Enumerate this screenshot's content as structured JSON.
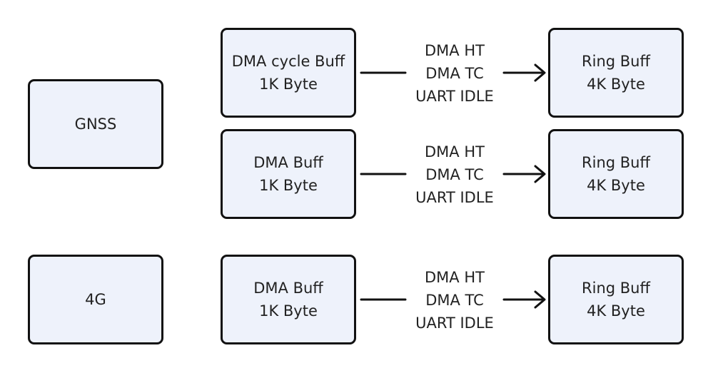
{
  "sources": {
    "gnss": "GNSS",
    "lte": "4G"
  },
  "rows": [
    {
      "dma": {
        "line1": "DMA cycle Buff",
        "line2": "1K Byte"
      },
      "events": [
        "DMA HT",
        "DMA TC",
        "UART IDLE"
      ],
      "ring": {
        "line1": "Ring Buff",
        "line2": "4K Byte"
      }
    },
    {
      "dma": {
        "line1": "DMA Buff",
        "line2": "1K Byte"
      },
      "events": [
        "DMA HT",
        "DMA TC",
        "UART IDLE"
      ],
      "ring": {
        "line1": "Ring Buff",
        "line2": "4K Byte"
      }
    },
    {
      "dma": {
        "line1": "DMA Buff",
        "line2": "1K Byte"
      },
      "events": [
        "DMA HT",
        "DMA TC",
        "UART IDLE"
      ],
      "ring": {
        "line1": "Ring Buff",
        "line2": "4K Byte"
      }
    }
  ]
}
